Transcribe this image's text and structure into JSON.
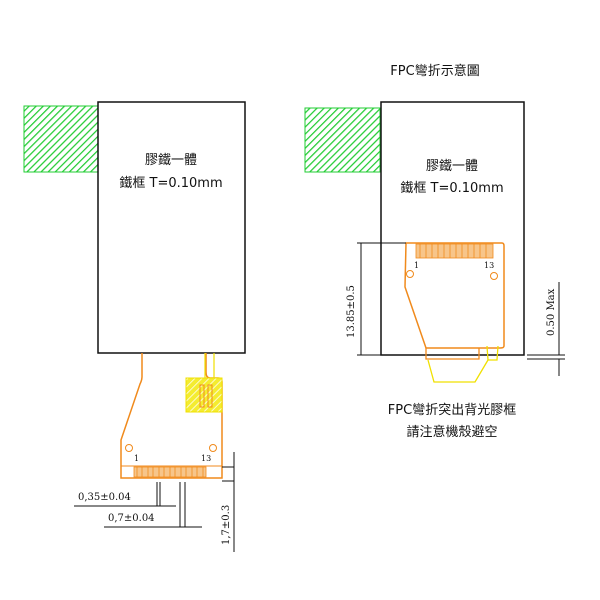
{
  "title": "FPC彎折示意圖",
  "left_view": {
    "label_line1": "膠鐵一體",
    "label_line2": "鐵框 T=0.10mm",
    "pin_first": "1",
    "pin_last": "13",
    "dim_pitch_width": "0,35±0.04",
    "dim_pitch": "0,7±0.04",
    "dim_height": "1,7±0.3"
  },
  "right_view": {
    "label_line1": "膠鐵一體",
    "label_line2": "鐵框 T=0.10mm",
    "pin_first": "1",
    "pin_last": "13",
    "dim_length": "13.85±0.5",
    "dim_max": "0.50 Max"
  },
  "note": {
    "line1": "FPC彎折突出背光膠框",
    "line2": "請注意機殼避空"
  },
  "colors": {
    "fpc": "#f08a1c",
    "stiffener": "#f0e000",
    "hatch": "#22cc33"
  }
}
